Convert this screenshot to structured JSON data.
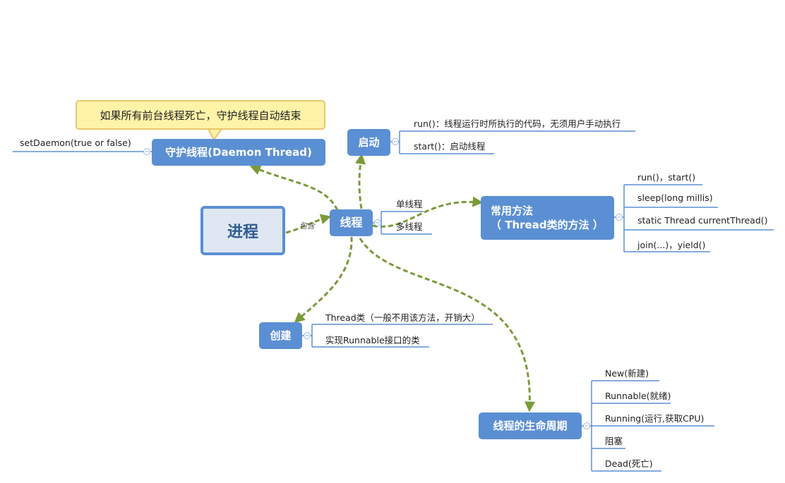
{
  "root": {
    "label": "进程"
  },
  "root_edge_label": "包含",
  "center": {
    "label": "线程"
  },
  "center_children": [
    "单线程",
    "多线程"
  ],
  "daemon": {
    "label": "守护线程(Daemon Thread)",
    "callout": "如果所有前台线程死亡，守护线程自动结束",
    "leaf": "setDaemon(true or false)"
  },
  "start": {
    "label": "启动",
    "leaves": [
      "run()：线程运行时所执行的代码，无须用户手动执行",
      "start()：启动线程"
    ]
  },
  "methods": {
    "label_line1": "常用方法",
    "label_line2": "（ Thread类的方法 ）",
    "leaves": [
      "run()，start()",
      "sleep(long millis)",
      "static Thread currentThread()",
      "join(...)，yield()"
    ]
  },
  "create": {
    "label": "创建",
    "leaves": [
      "Thread类（一般不用该方法，开销大）",
      "实现Runnable接口的类"
    ]
  },
  "lifecycle": {
    "label": "线程的生命周期",
    "leaves": [
      "New(新建)",
      "Runnable(就绪)",
      "Running(运行,获取CPU)",
      "阻塞",
      "Dead(死亡)"
    ]
  },
  "colors": {
    "node": "#5b8fd3",
    "edge": "#7a9a3a",
    "underline": "#5b8fd3",
    "callout": "#fff3a8"
  }
}
